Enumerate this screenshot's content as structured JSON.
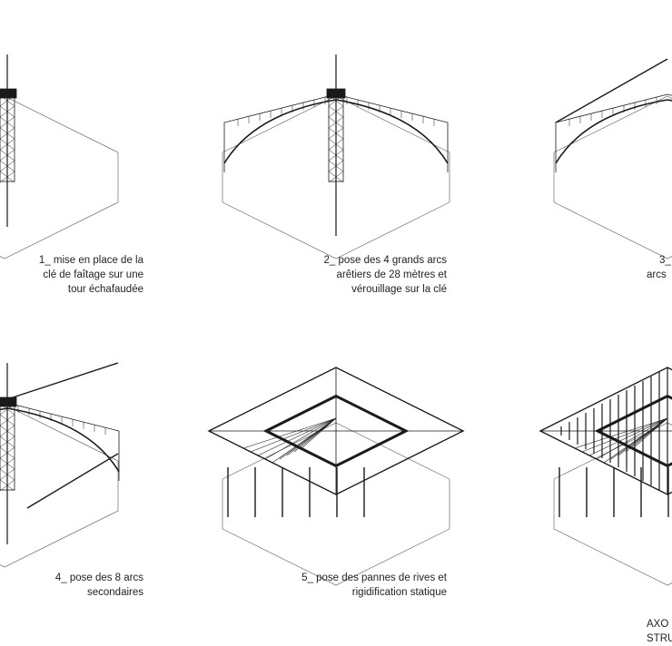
{
  "steps": [
    {
      "lines": [
        "1_ mise en place de la",
        "clé de faîtage sur une",
        "tour échafaudée"
      ]
    },
    {
      "lines": [
        "2_ pose des 4 grands arcs",
        "arêtiers de 28 mètres et",
        "vérouillage sur la clé"
      ]
    },
    {
      "lines": [
        "3_",
        "arcs"
      ]
    },
    {
      "lines": [
        "4_ pose des  8 arcs",
        "secondaires"
      ]
    },
    {
      "lines": [
        "5_ pose des pannes de rives et",
        "rigidification statique"
      ]
    },
    {
      "lines": [
        "AXO",
        "STRU"
      ]
    }
  ],
  "colors": {
    "line": "#1a1a1a",
    "ground": "#555555"
  }
}
